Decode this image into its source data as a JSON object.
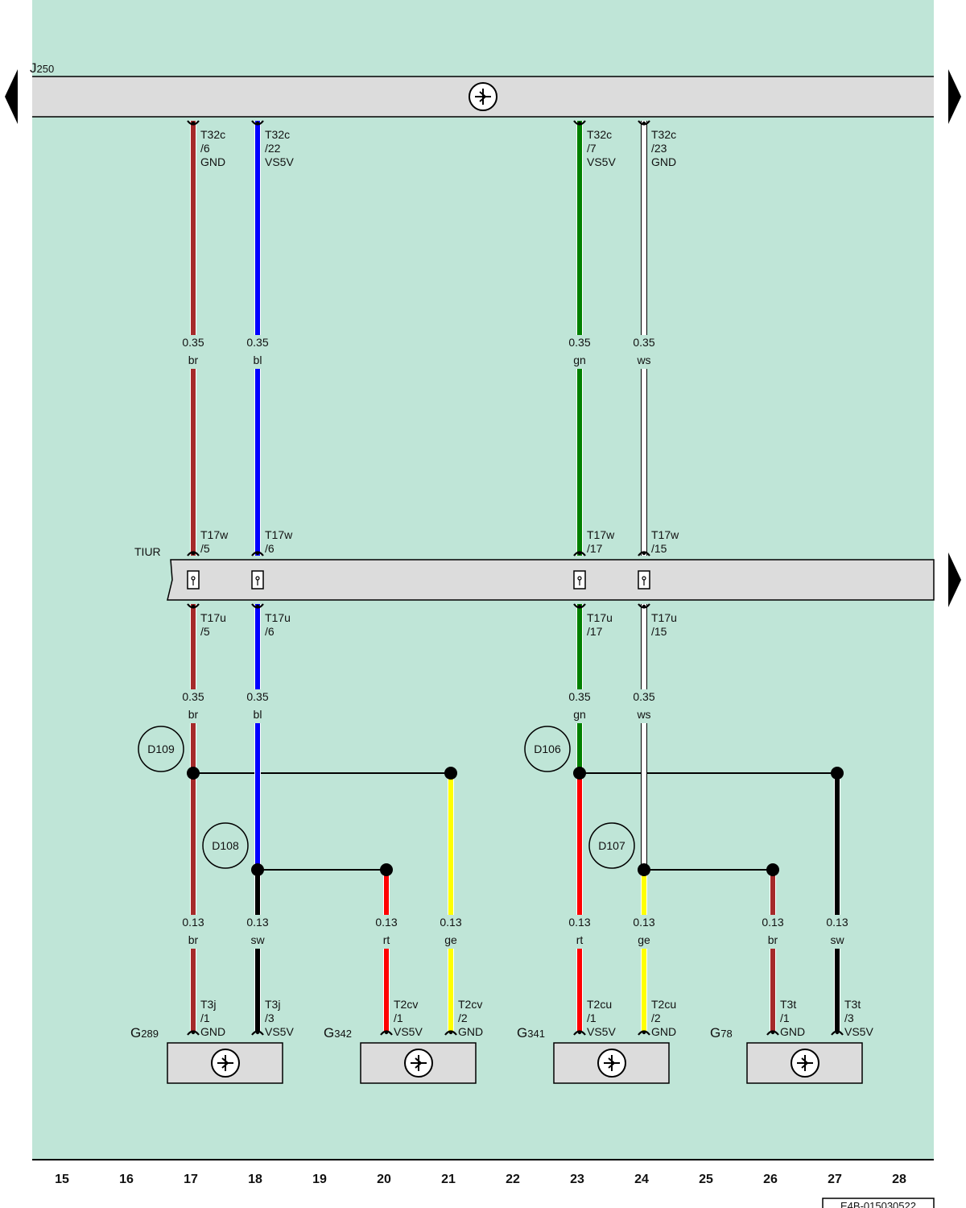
{
  "modules": {
    "top": {
      "name": "J",
      "sub": "250"
    },
    "tiur": {
      "name": "TIUR"
    }
  },
  "top_pins": [
    {
      "id": "p17",
      "t": "T32c",
      "n": "/6",
      "sig": "GND"
    },
    {
      "id": "p18",
      "t": "T32c",
      "n": "/22",
      "sig": "VS5V"
    },
    {
      "id": "p23",
      "t": "T32c",
      "n": "/7",
      "sig": "VS5V"
    },
    {
      "id": "p24",
      "t": "T32c",
      "n": "/23",
      "sig": "GND"
    }
  ],
  "tiur_upper_pins": [
    {
      "t": "T17w",
      "n": "/5"
    },
    {
      "t": "T17w",
      "n": "/6"
    },
    {
      "t": "T17w",
      "n": "/17"
    },
    {
      "t": "T17w",
      "n": "/15"
    }
  ],
  "tiur_lower_pins": [
    {
      "t": "T17u",
      "n": "/5"
    },
    {
      "t": "T17u",
      "n": "/6"
    },
    {
      "t": "T17u",
      "n": "/17"
    },
    {
      "t": "T17u",
      "n": "/15"
    }
  ],
  "upper_wire_labels": [
    {
      "size": "0.35",
      "color": "br"
    },
    {
      "size": "0.35",
      "color": "bl"
    },
    {
      "size": "0.35",
      "color": "gn"
    },
    {
      "size": "0.35",
      "color": "ws"
    }
  ],
  "mid_wire_labels": [
    {
      "size": "0.35",
      "color": "br"
    },
    {
      "size": "0.35",
      "color": "bl"
    },
    {
      "size": "0.35",
      "color": "gn"
    },
    {
      "size": "0.35",
      "color": "ws"
    }
  ],
  "splices": [
    "D109",
    "D108",
    "D106",
    "D107"
  ],
  "low_wire_labels": [
    {
      "size": "0.13",
      "color": "br"
    },
    {
      "size": "0.13",
      "color": "sw"
    },
    {
      "size": "0.13",
      "color": "rt"
    },
    {
      "size": "0.13",
      "color": "ge"
    },
    {
      "size": "0.13",
      "color": "rt"
    },
    {
      "size": "0.13",
      "color": "ge"
    },
    {
      "size": "0.13",
      "color": "br"
    },
    {
      "size": "0.13",
      "color": "sw"
    }
  ],
  "sensor_pins": [
    {
      "t": "T3j",
      "n": "/1",
      "sig": "GND"
    },
    {
      "t": "T3j",
      "n": "/3",
      "sig": "VS5V"
    },
    {
      "t": "T2cv",
      "n": "/1",
      "sig": "VS5V"
    },
    {
      "t": "T2cv",
      "n": "/2",
      "sig": "GND"
    },
    {
      "t": "T2cu",
      "n": "/1",
      "sig": "VS5V"
    },
    {
      "t": "T2cu",
      "n": "/2",
      "sig": "GND"
    },
    {
      "t": "T3t",
      "n": "/1",
      "sig": "GND"
    },
    {
      "t": "T3t",
      "n": "/3",
      "sig": "VS5V"
    }
  ],
  "sensors": [
    {
      "name": "G",
      "sub": "289"
    },
    {
      "name": "G",
      "sub": "342"
    },
    {
      "name": "G",
      "sub": "341"
    },
    {
      "name": "G",
      "sub": "78"
    }
  ],
  "columns": [
    "15",
    "16",
    "17",
    "18",
    "19",
    "20",
    "21",
    "22",
    "23",
    "24",
    "25",
    "26",
    "27",
    "28"
  ],
  "reference": "E4B-015030522",
  "colors": {
    "background": "#bfe5d7",
    "br": "#a52a2a",
    "bl": "#0000ff",
    "gn": "#008000",
    "ws": "#ffffff",
    "sw": "#000000",
    "rt": "#ff0000",
    "ge": "#ffff00"
  }
}
